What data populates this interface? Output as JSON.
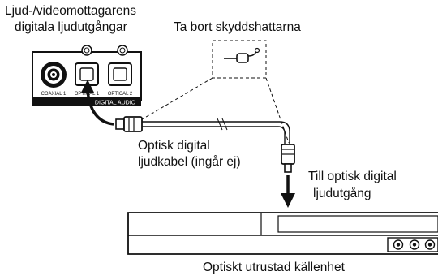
{
  "labels": {
    "receiver_line1": "Ljud-/videomottagarens",
    "receiver_line2": "digitala ljudutgångar",
    "remove_caps": "Ta bort skyddshattarna",
    "cable_line1": "Optisk digital",
    "cable_line2": "ljudkabel (ingår ej)",
    "to_output_line1": "Till optisk digital",
    "to_output_line2": "ljudutgång",
    "source_unit": "Optiskt utrustad källenhet"
  },
  "panel": {
    "jack_coaxial": "COAXIAL 1",
    "jack_optical1": "OPTICAL 1",
    "jack_optical2": "OPTICAL 2",
    "group_label": "DIGITAL AUDIO"
  }
}
